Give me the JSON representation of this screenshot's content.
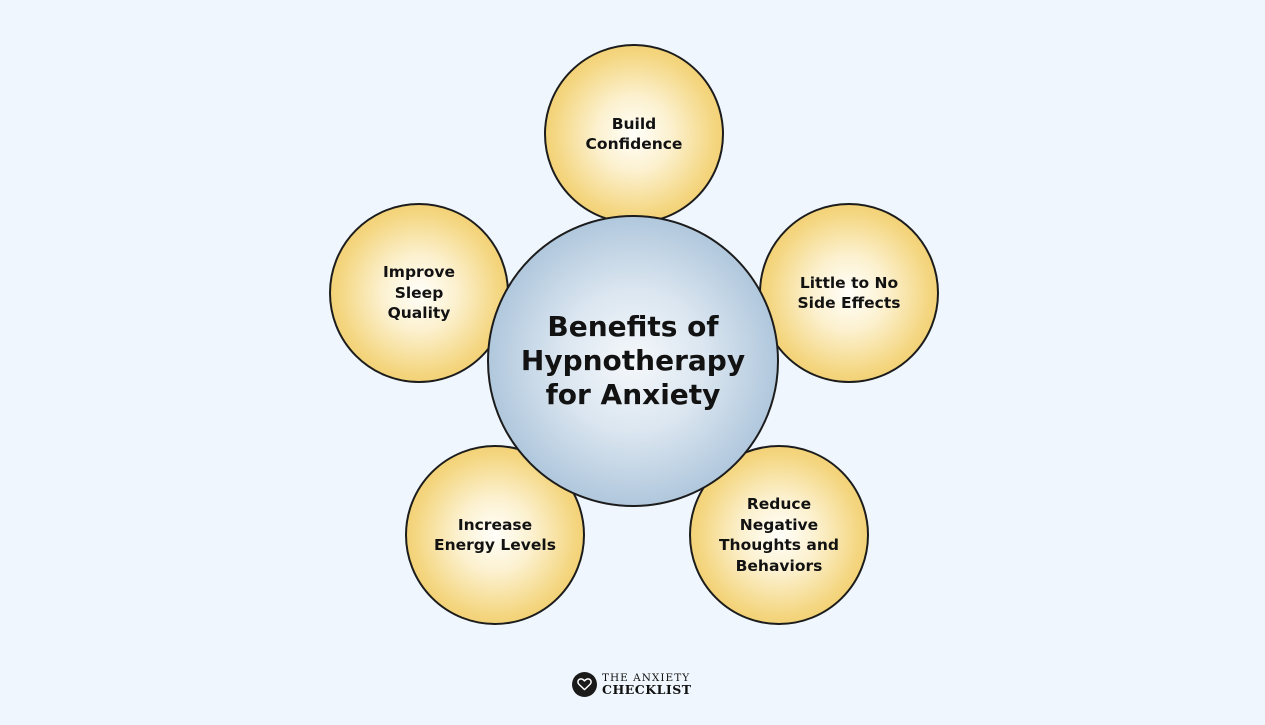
{
  "diagram": {
    "center_label": "Benefits of\nHypnotherapy\nfor Anxiety",
    "benefits": [
      "Build\nConfidence",
      "Little to No\nSide Effects",
      "Reduce\nNegative\nThoughts and\nBehaviors",
      "Increase\nEnergy Levels",
      "Improve\nSleep\nQuality"
    ]
  },
  "brand": {
    "line1": "THE ANXIETY",
    "line2": "CHECKLIST",
    "logo_icon": "heart-icon"
  },
  "colors": {
    "background": "#eff6fd",
    "petal_fill": "#f4d680",
    "center_fill": "#b1c8dd",
    "outline": "#1c1c1c"
  }
}
